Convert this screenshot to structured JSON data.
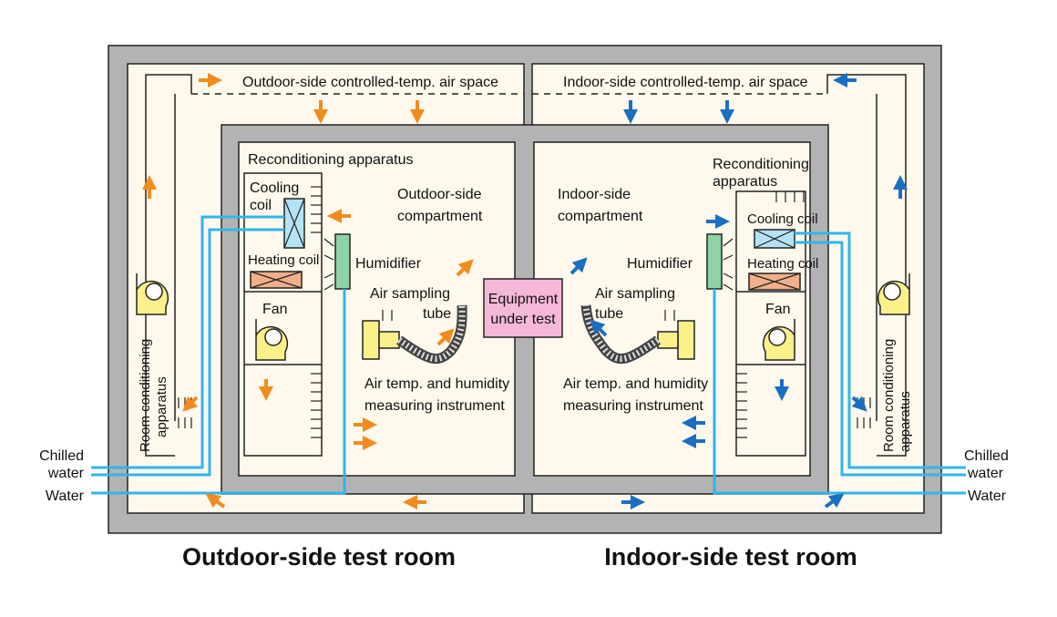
{
  "colors": {
    "wall": "#b3b3b3",
    "space": "#fff8ec",
    "orange": "#f08c1e",
    "blue": "#1a6fc0",
    "pipe": "#2fb6ea",
    "cooling_coil": "#b5e3f5",
    "heating_coil": "#f2b08a",
    "fan": "#fbf08a",
    "humidifier": "#8fd2a8",
    "equipment": "#f5b8d8"
  },
  "labels": {
    "outdoor_space": "Outdoor-side controlled-temp. air space",
    "indoor_space": "Indoor-side controlled-temp. air space",
    "recond_left": "Reconditioning apparatus",
    "recond_right_1": "Reconditioning",
    "recond_right_2": "apparatus",
    "cooling_coil_left_1": "Cooling",
    "cooling_coil_left_2": "coil",
    "cooling_coil_right": "Cooling coil",
    "heating_coil": "Heating coil",
    "fan": "Fan",
    "humidifier": "Humidifier",
    "outdoor_compartment_1": "Outdoor-side",
    "outdoor_compartment_2": "compartment",
    "indoor_compartment_1": "Indoor-side",
    "indoor_compartment_2": "compartment",
    "air_sampling_1": "Air sampling",
    "air_sampling_2": "tube",
    "equipment_1": "Equipment",
    "equipment_2": "under test",
    "instrument_1": "Air temp. and humidity",
    "instrument_2": "measuring instrument",
    "room_cond_1": "Room conditioning",
    "room_cond_2": "apparatus",
    "chilled_water_1": "Chilled",
    "chilled_water_2": "water",
    "water": "Water",
    "outdoor_room": "Outdoor-side test room",
    "indoor_room": "Indoor-side test room"
  }
}
